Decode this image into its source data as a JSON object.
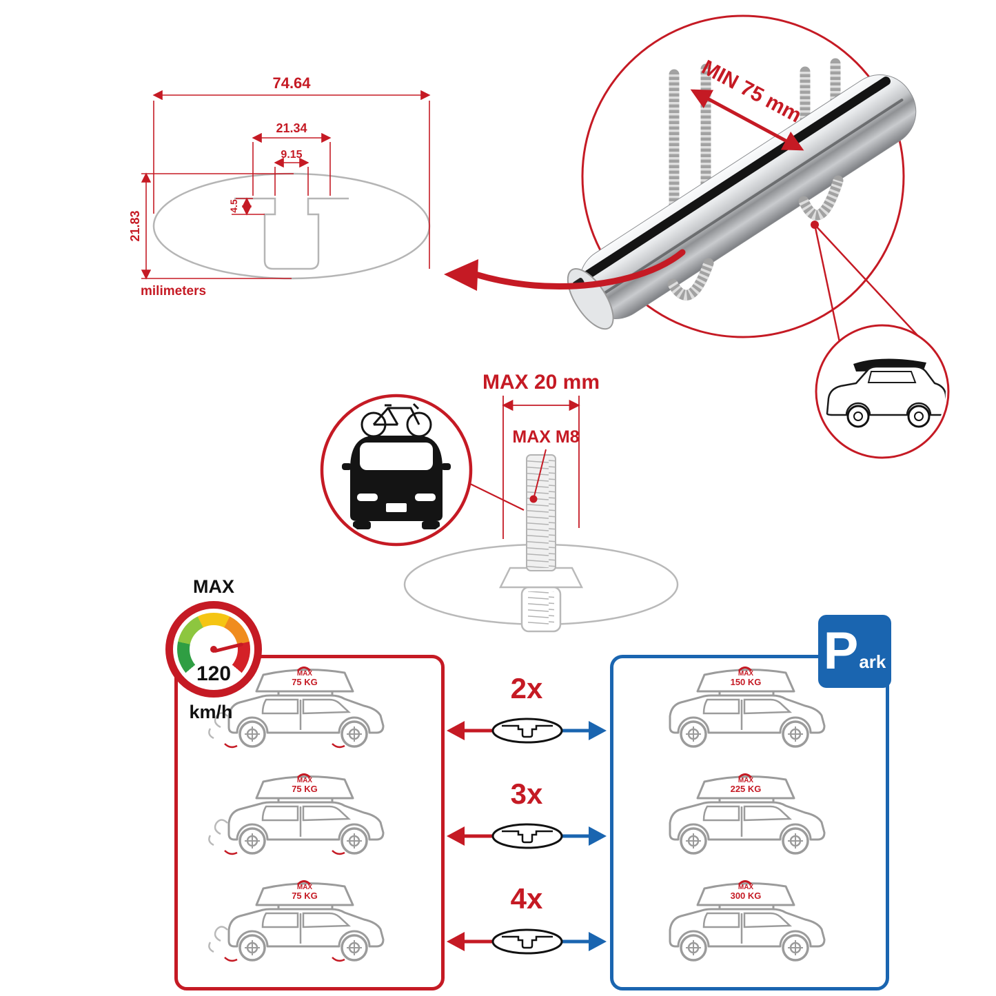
{
  "colors": {
    "accent_red": "#c51a24",
    "accent_blue": "#1a65b0",
    "line_gray": "#9b9b9b",
    "text_black": "#111111",
    "bar_silver": "#c4c6c9"
  },
  "cross_section_diagram": {
    "total_width": "74.64",
    "slot_outer_width": "21.34",
    "slot_opening_width": "9.15",
    "slot_depth": "4.5",
    "total_height": "21.83",
    "units_label": "milimeters"
  },
  "bar_detail": {
    "min_spacing_label": "MIN 75 mm"
  },
  "bolt_detail": {
    "max_clamp_label": "MAX 20 mm",
    "max_thread_label": "MAX M8"
  },
  "speed_limit": {
    "max_label": "MAX",
    "value": "120",
    "unit": "km/h"
  },
  "driving_panel": {
    "cars": [
      {
        "load_max_label": "MAX",
        "load_value": "75 KG"
      },
      {
        "load_max_label": "MAX",
        "load_value": "75 KG"
      },
      {
        "load_max_label": "MAX",
        "load_value": "75 KG"
      }
    ]
  },
  "bar_count_options": [
    {
      "label": "2x"
    },
    {
      "label": "3x"
    },
    {
      "label": "4x"
    }
  ],
  "parking_panel": {
    "sign_letter": "P",
    "sign_suffix": "ark",
    "cars": [
      {
        "load_max_label": "MAX",
        "load_value": "150 KG"
      },
      {
        "load_max_label": "MAX",
        "load_value": "225 KG"
      },
      {
        "load_max_label": "MAX",
        "load_value": "300 KG"
      }
    ]
  },
  "icons": {
    "speedometer-icon": "circular gauge with colored arc and needle",
    "parking-sign-icon": "blue rounded square with white P",
    "crossbar-section-icon": "oval bar cross-section with T-slot",
    "bike-on-car-icon": "car front view with bicycle on roof",
    "suv-roofbox-icon": "SUV side view with black roof box"
  }
}
